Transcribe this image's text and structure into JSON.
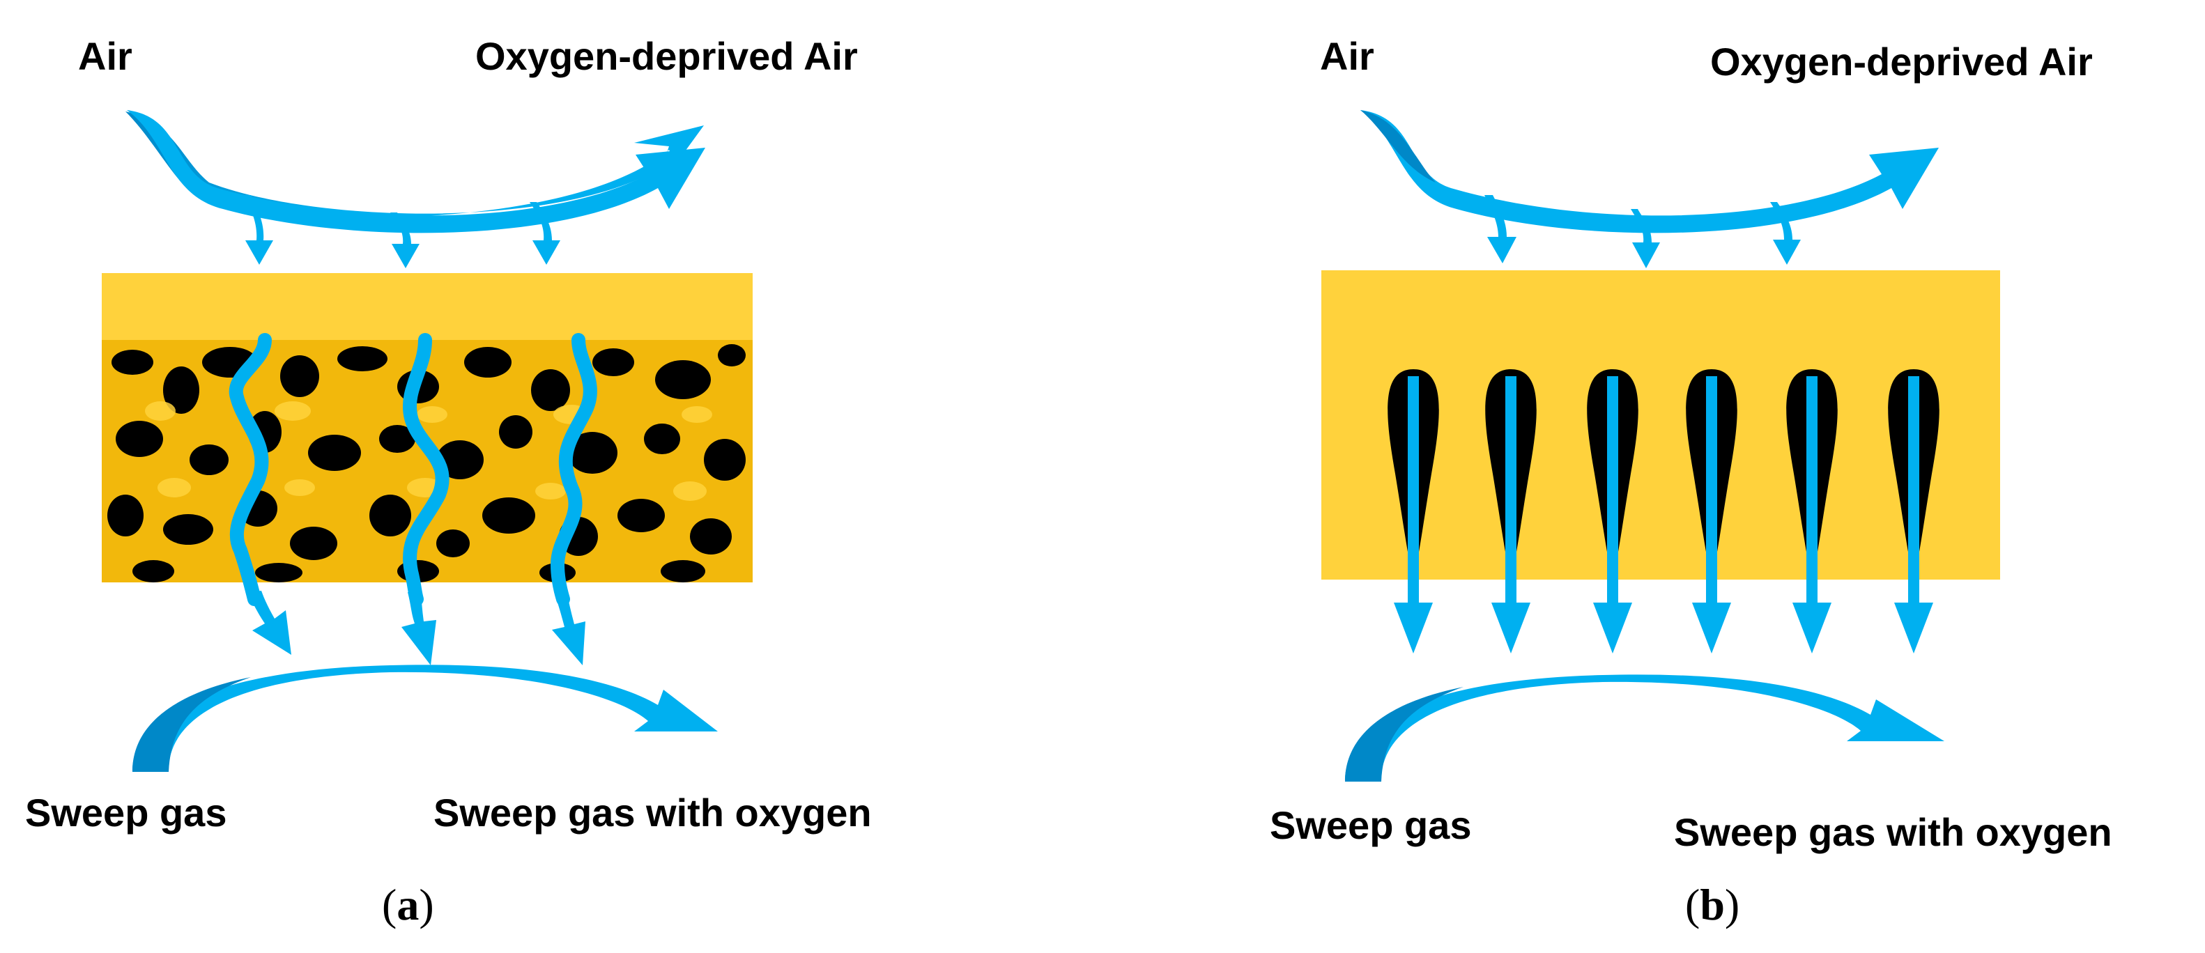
{
  "panels": [
    {
      "id": "a",
      "top_left_label": "Air",
      "top_right_label": "Oxygen-deprived Air",
      "bottom_left_label": "Sweep gas",
      "bottom_right_label": "Sweep gas with oxygen",
      "caption_open": "(",
      "caption_letter": "a",
      "caption_close": ")",
      "membrane": "porous"
    },
    {
      "id": "b",
      "top_left_label": "Air",
      "top_right_label": "Oxygen-deprived Air",
      "bottom_left_label": "Sweep gas",
      "bottom_right_label": "Sweep gas with oxygen",
      "caption_open": "(",
      "caption_letter": "b",
      "caption_close": ")",
      "membrane": "channels"
    }
  ],
  "colors": {
    "arrow": "#00b0f0",
    "arrow_dark": "#0088c8",
    "membrane": "#ffd23c",
    "membrane_dark": "#e8a400",
    "pore": "#000000"
  }
}
